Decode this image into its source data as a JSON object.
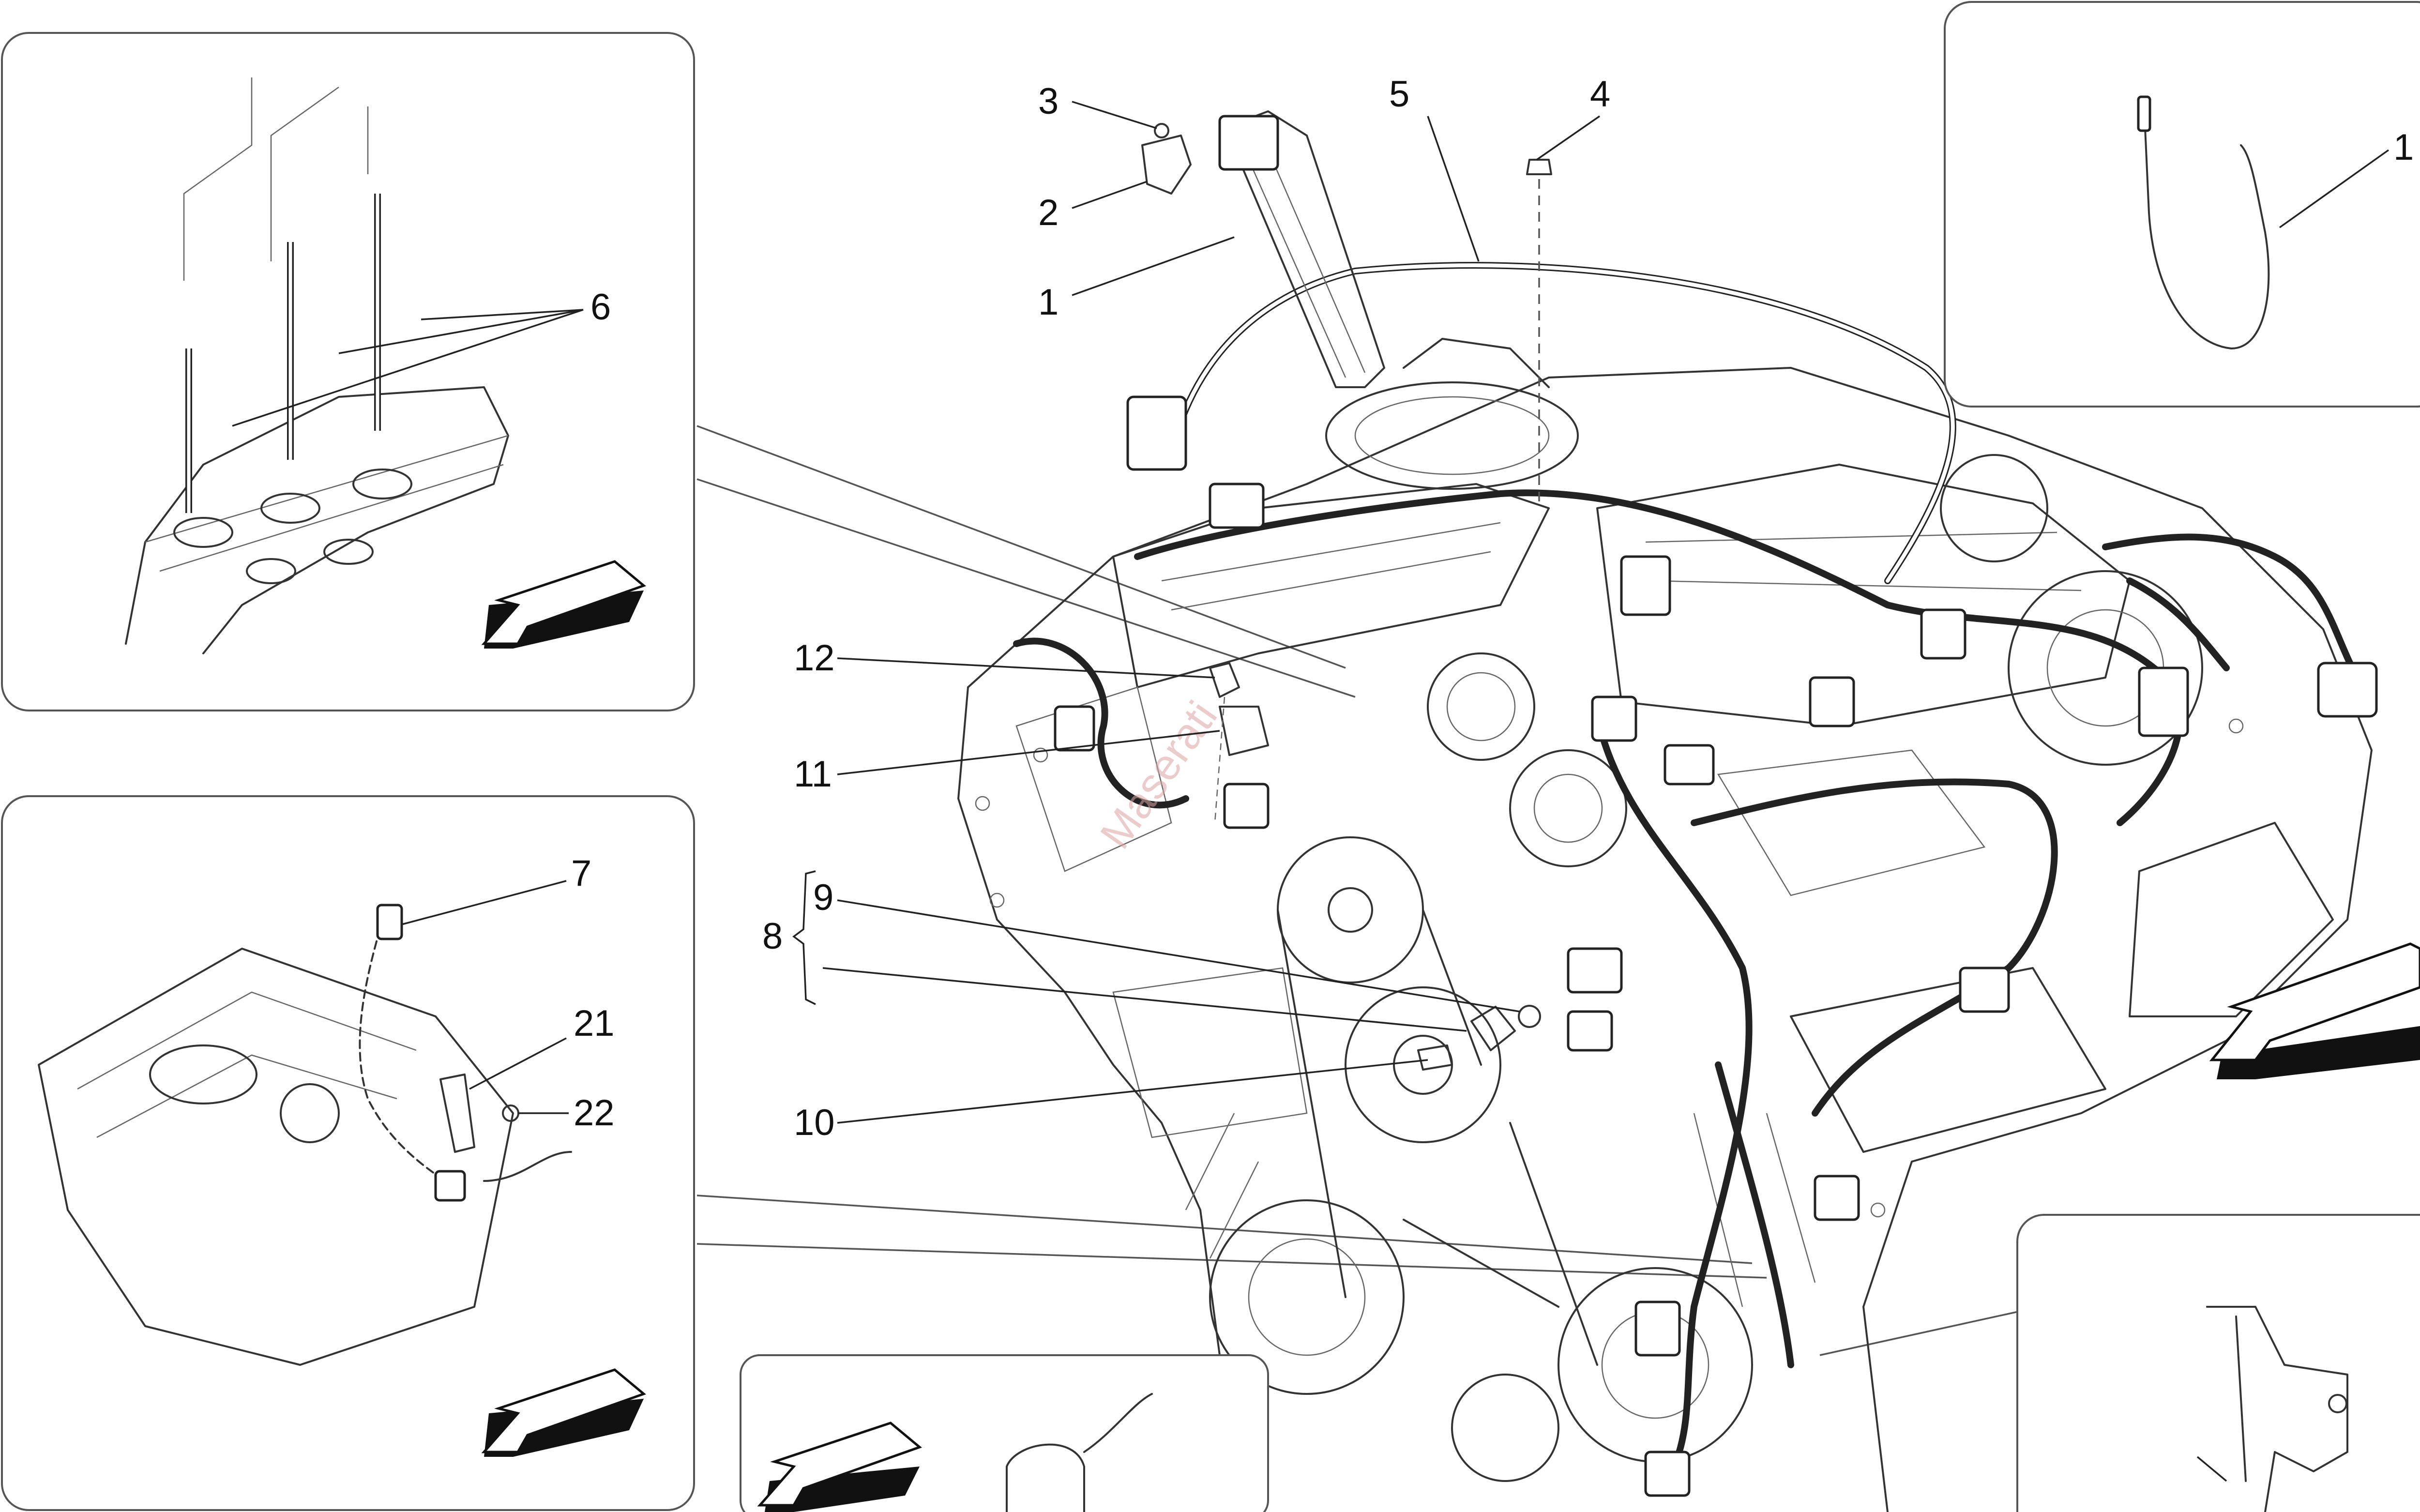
{
  "diagram": {
    "callouts": [
      {
        "id": "c1",
        "text": "1"
      },
      {
        "id": "c2",
        "text": "2"
      },
      {
        "id": "c3",
        "text": "3"
      },
      {
        "id": "c4",
        "text": "4"
      },
      {
        "id": "c5",
        "text": "5"
      },
      {
        "id": "c6",
        "text": "6"
      },
      {
        "id": "c7",
        "text": "7"
      },
      {
        "id": "c8",
        "text": "8"
      },
      {
        "id": "c9",
        "text": "9"
      },
      {
        "id": "c10",
        "text": "10"
      },
      {
        "id": "c11",
        "text": "11"
      },
      {
        "id": "c12",
        "text": "12"
      },
      {
        "id": "c21",
        "text": "21"
      },
      {
        "id": "c22",
        "text": "22"
      },
      {
        "id": "c1b",
        "text": "1"
      }
    ],
    "watermark": "Maserati",
    "colors": {
      "line": "#222222",
      "panel_border": "#555555",
      "watermark": "#d9a3a3"
    }
  }
}
